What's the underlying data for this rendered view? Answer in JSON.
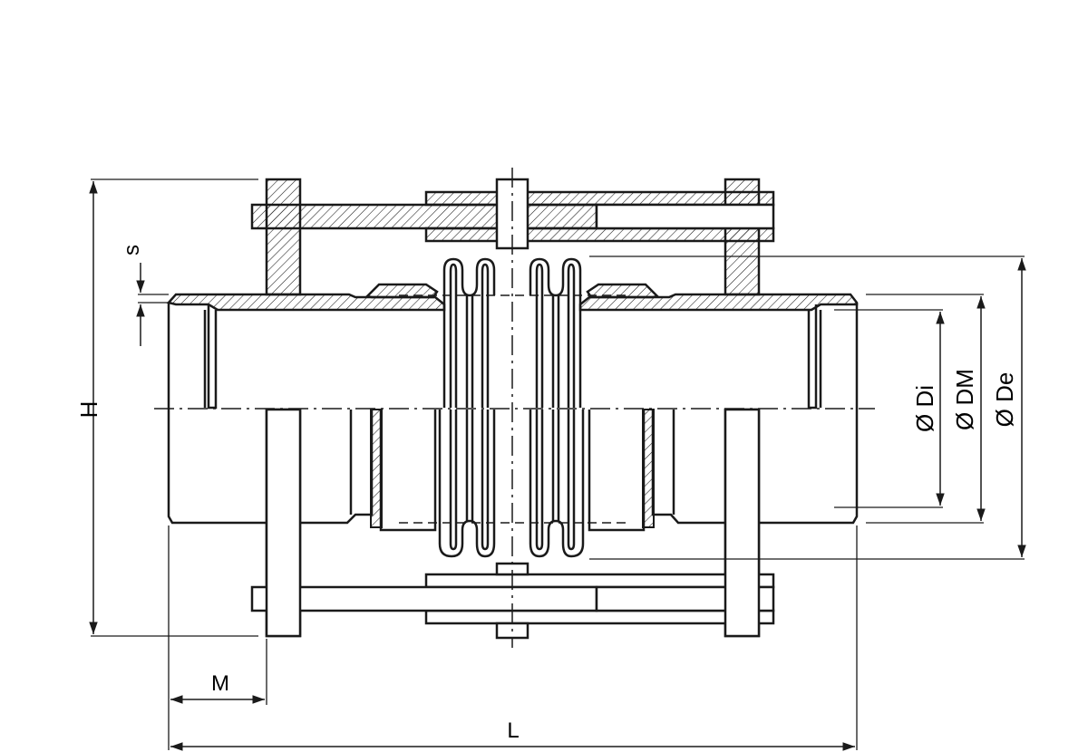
{
  "labels": {
    "h": "H",
    "s": "s",
    "m": "M",
    "l": "L",
    "di": "Ø Di",
    "dm": "Ø DM",
    "de": "Ø De"
  },
  "colors": {
    "ink": "#1a1a1a",
    "background": "#ffffff"
  }
}
